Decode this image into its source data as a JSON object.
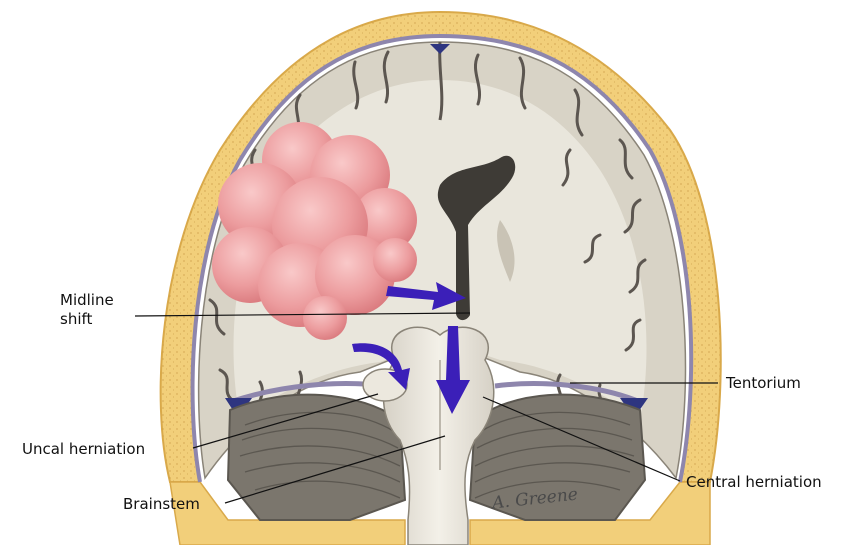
{
  "labels": {
    "midline_line1": "Midline",
    "midline_line2": "shift",
    "tentorium": "Tentorium",
    "uncal": "Uncal herniation",
    "central": "Central herniation",
    "brainstem": "Brainstem"
  },
  "signature": "A. Greene",
  "colors": {
    "skull": "#f2cf7a",
    "skull_edge": "#d9a94a",
    "dura": "#8e86ad",
    "cortex": "#d8d3c6",
    "white_matter": "#e9e6dc",
    "sulcus": "#5c5650",
    "tumor": "#ec9c9e",
    "ventricle": "#3e3b36",
    "cerebellum": "#7b766d",
    "brainstem": "#ece8de",
    "arrow": "#3b1fb8"
  }
}
